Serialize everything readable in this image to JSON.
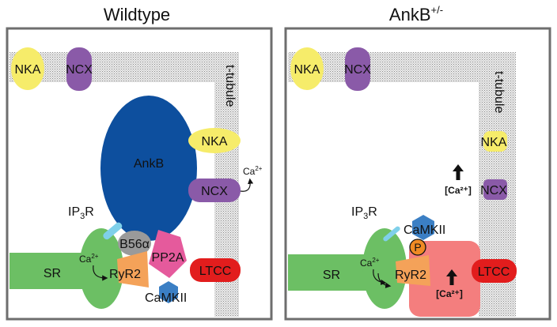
{
  "panels": {
    "wildtype": {
      "title": "Wildtype",
      "labels": {
        "nka_top": "NKA",
        "ncx_top": "NCX",
        "t_tubule": "t-tubule",
        "ankb": "AnkB",
        "nka_side": "NKA",
        "ncx_side": "NCX",
        "ca_out_base": "Ca",
        "ca_out_sup": "2+",
        "ip3r_a": "IP",
        "ip3r_sub": "3",
        "ip3r_b": "R",
        "b56a": "B56α",
        "pp2a": "PP2A",
        "sr": "SR",
        "ca_sr_base": "Ca",
        "ca_sr_sup": "2+",
        "ryr2": "RyR2",
        "ltcc": "LTCC",
        "camkii": "CaMKII"
      }
    },
    "ankb": {
      "title_base": "AnkB",
      "title_sup": "+/-",
      "labels": {
        "nka_top": "NKA",
        "ncx_top": "NCX",
        "t_tubule": "t-tubule",
        "nka_side": "NKA",
        "ncx_side": "NCX",
        "ca_tubule": "[Ca²⁺]",
        "ip3r_a": "IP",
        "ip3r_sub": "3",
        "ip3r_b": "R",
        "camkii": "CaMKII",
        "phospho": "P",
        "sr": "SR",
        "ca_sr_base": "Ca",
        "ca_sr_sup": "2+",
        "ryr2": "RyR2",
        "ltcc": "LTCC",
        "ca_dyad": "[Ca²⁺]"
      }
    }
  },
  "colors": {
    "frame": "#6e6e6e",
    "nka": "#f6ec6a",
    "ncx": "#8a5aa8",
    "ankb": "#0d4f9e",
    "sr": "#6cbf64",
    "ryr2": "#f4a259",
    "ltcc": "#e21d1d",
    "camkii": "#3b7fc4",
    "pp2a": "#e55a9c",
    "b56a": "#9a9a9a",
    "ip3r": "#7fd0ea",
    "dyad": "#f47e7e",
    "phospho": "#f08a24"
  }
}
